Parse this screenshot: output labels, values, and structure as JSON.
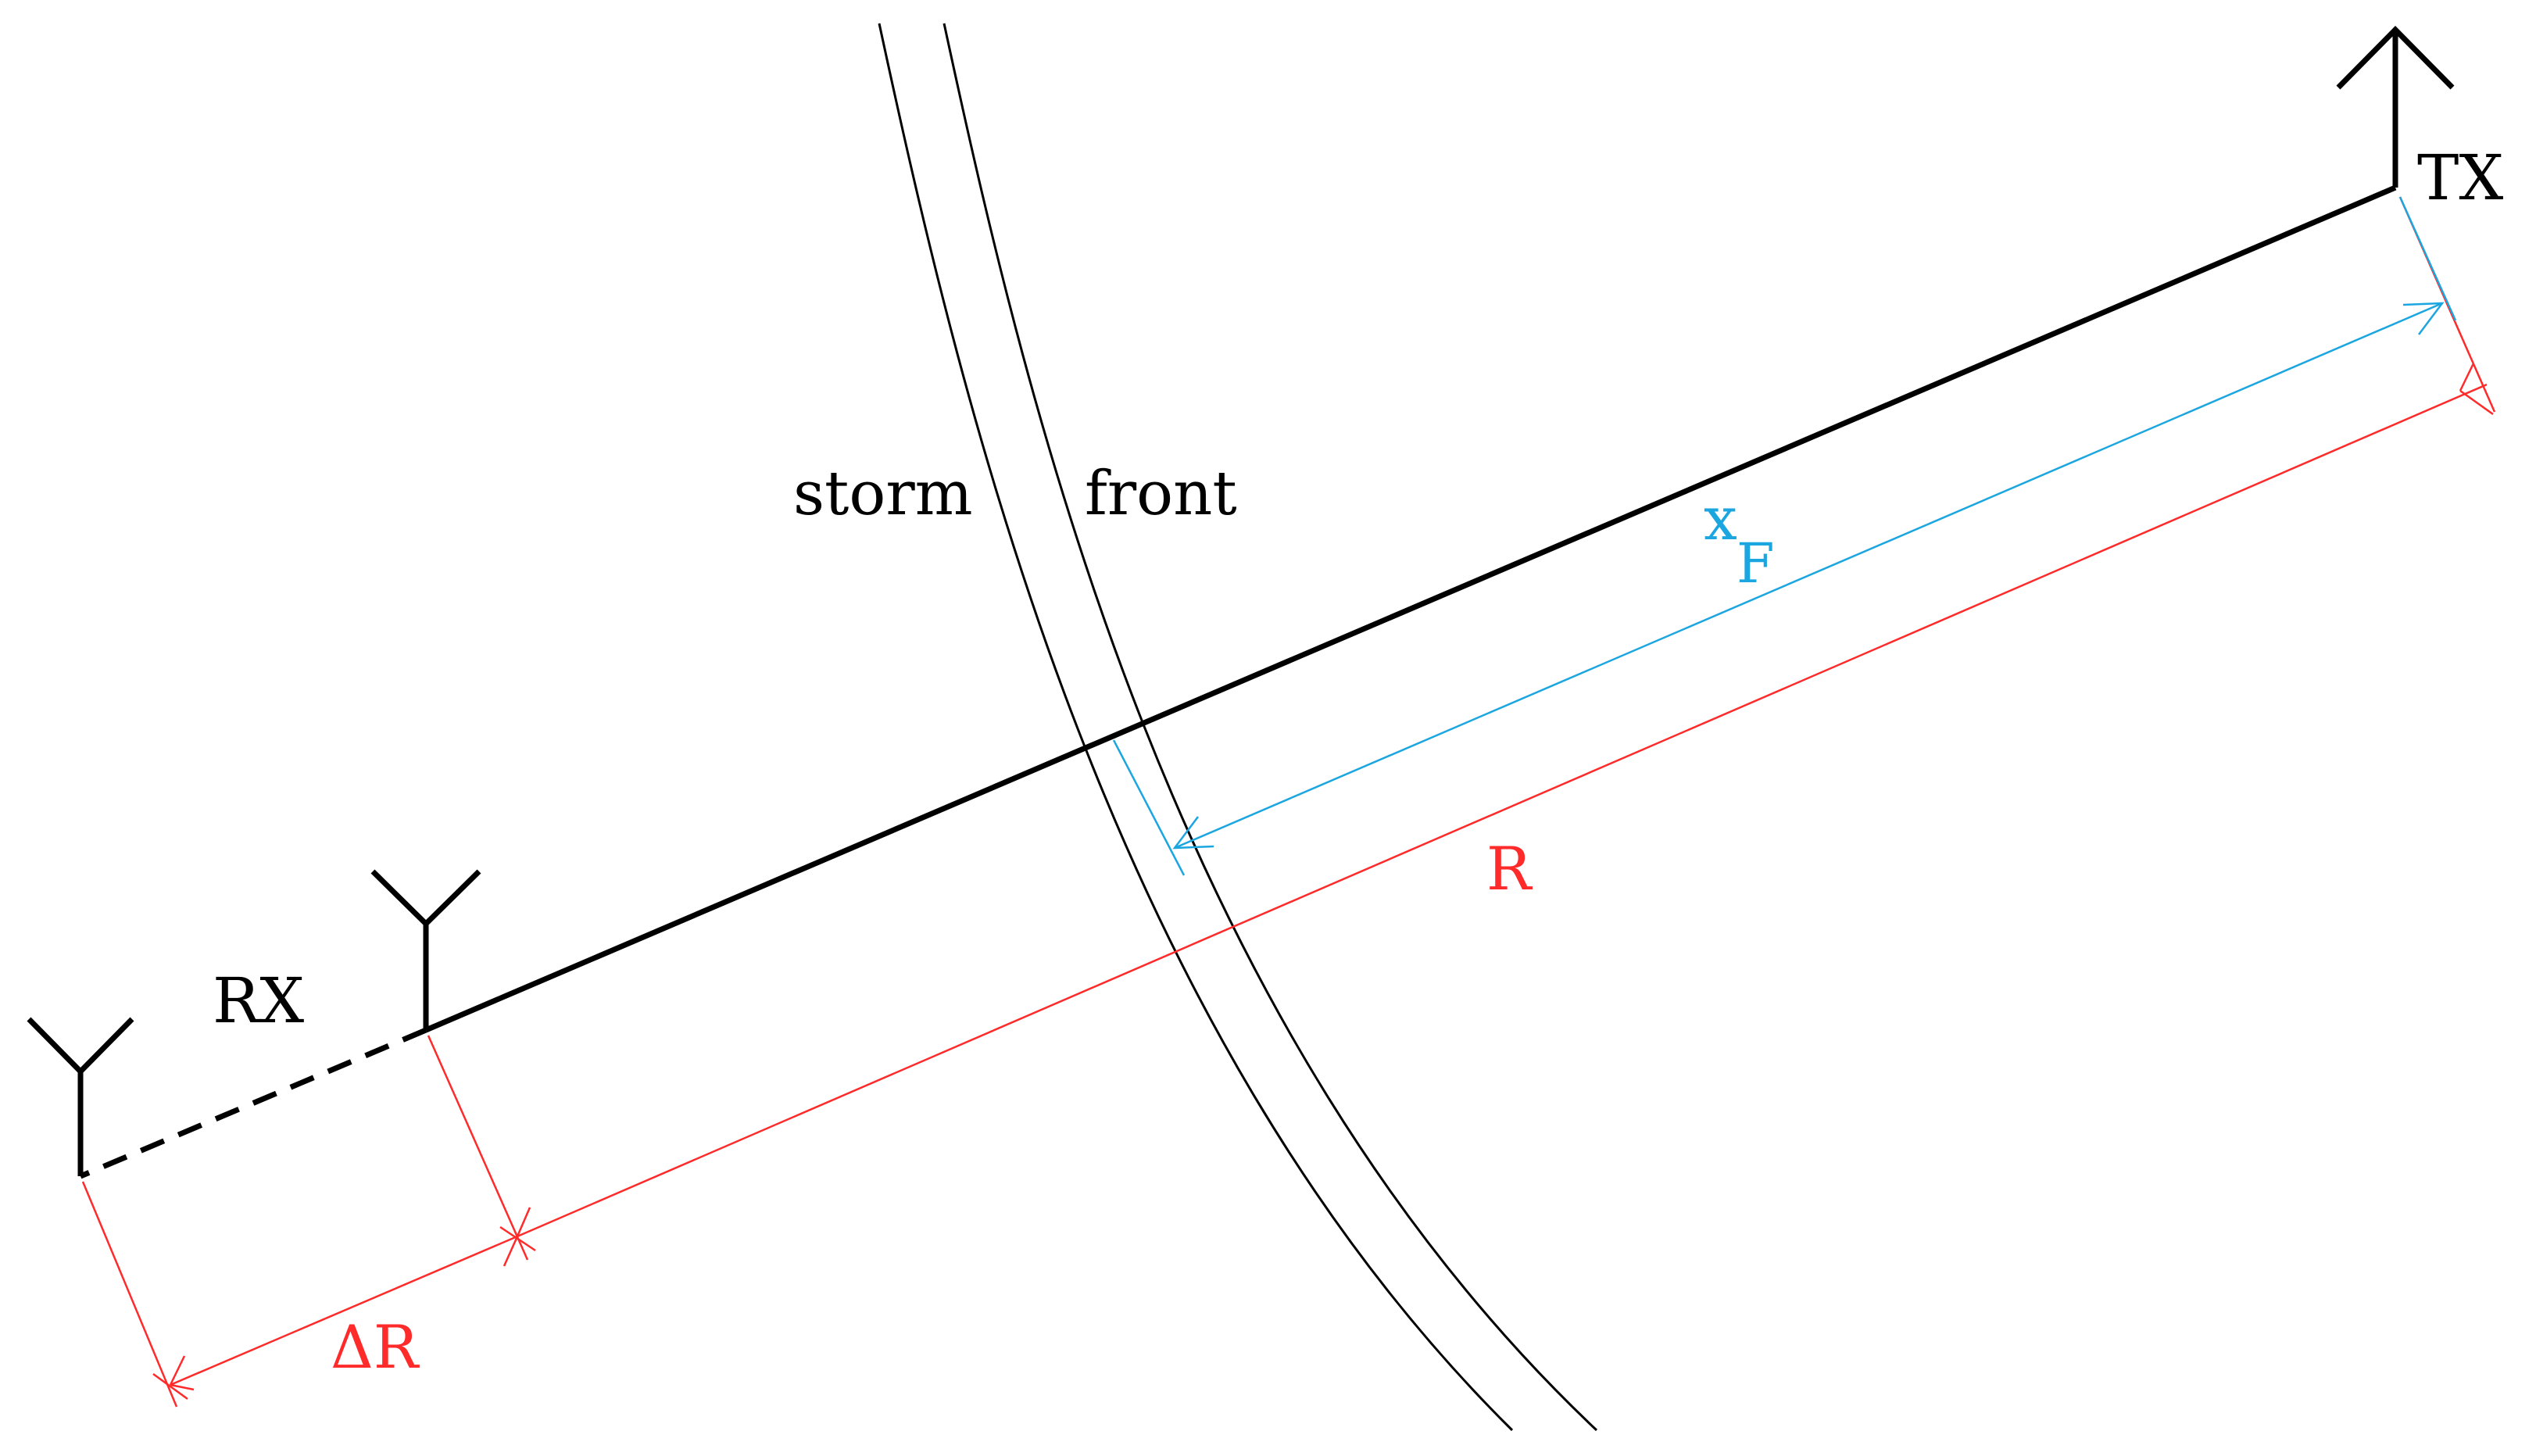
{
  "labels": {
    "tx": "TX",
    "rx": "RX",
    "storm": "storm",
    "front": "front",
    "x_main": "x",
    "x_sub": "F",
    "r": "R",
    "delta_r": "ΔR"
  },
  "colors": {
    "line": "#000000",
    "dimension_red": "#ff2a2a",
    "dimension_blue": "#1ba6e0",
    "background": "#ffffff"
  },
  "icons": {
    "transmitter": "transmitter-arrow-icon",
    "receiver": "receiver-antenna-icon"
  }
}
